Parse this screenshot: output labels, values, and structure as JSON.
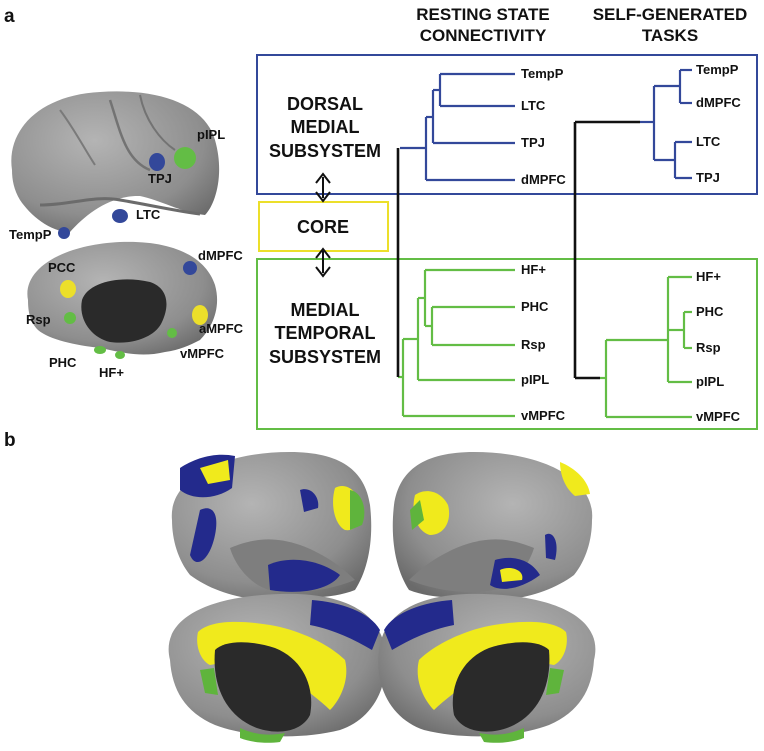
{
  "panel_a": {
    "label": "a",
    "column_headers": {
      "resting_line1": "RESTING STATE",
      "resting_line2": "CONNECTIVITY",
      "self_line1": "SELF-GENERATED",
      "self_line2": "TASKS"
    },
    "boxes": {
      "dorsal_line1": "DORSAL",
      "dorsal_line2": "MEDIAL",
      "dorsal_line3": "SUBSYSTEM",
      "core": "CORE",
      "mtl_line1": "MEDIAL",
      "mtl_line2": "TEMPORAL",
      "mtl_line3": "SUBSYSTEM"
    },
    "brain_labels": {
      "pipl": "pIPL",
      "tpj": "TPJ",
      "ltc": "LTC",
      "tempp": "TempP",
      "dmpfc": "dMPFC",
      "pcc": "PCC",
      "rsp": "Rsp",
      "ampfc": "aMPFC",
      "phc": "PHC",
      "vmpfc": "vMPFC",
      "hf": "HF+"
    },
    "resting_leaves": {
      "tempp": "TempP",
      "ltc": "LTC",
      "tpj": "TPJ",
      "dmpfc": "dMPFC",
      "hf": "HF+",
      "phc": "PHC",
      "rsp": "Rsp",
      "pipl": "pIPL",
      "vmpfc": "vMPFC"
    },
    "self_leaves": {
      "tempp": "TempP",
      "dmpfc": "dMPFC",
      "ltc": "LTC",
      "tpj": "TPJ",
      "hf": "HF+",
      "phc": "PHC",
      "rsp": "Rsp",
      "pipl": "pIPL",
      "vmpfc": "vMPFC"
    }
  },
  "panel_b": {
    "label": "b"
  },
  "colors": {
    "dorsal": "#33489a",
    "mtl": "#63bd45",
    "core": "#ecdf2a",
    "brain_fill": "#8d8d8d",
    "medial_wall": "#2a2a2a",
    "region_blue": "#232a8c",
    "region_yellow": "#f0ea1c",
    "region_green": "#5fb43c"
  }
}
